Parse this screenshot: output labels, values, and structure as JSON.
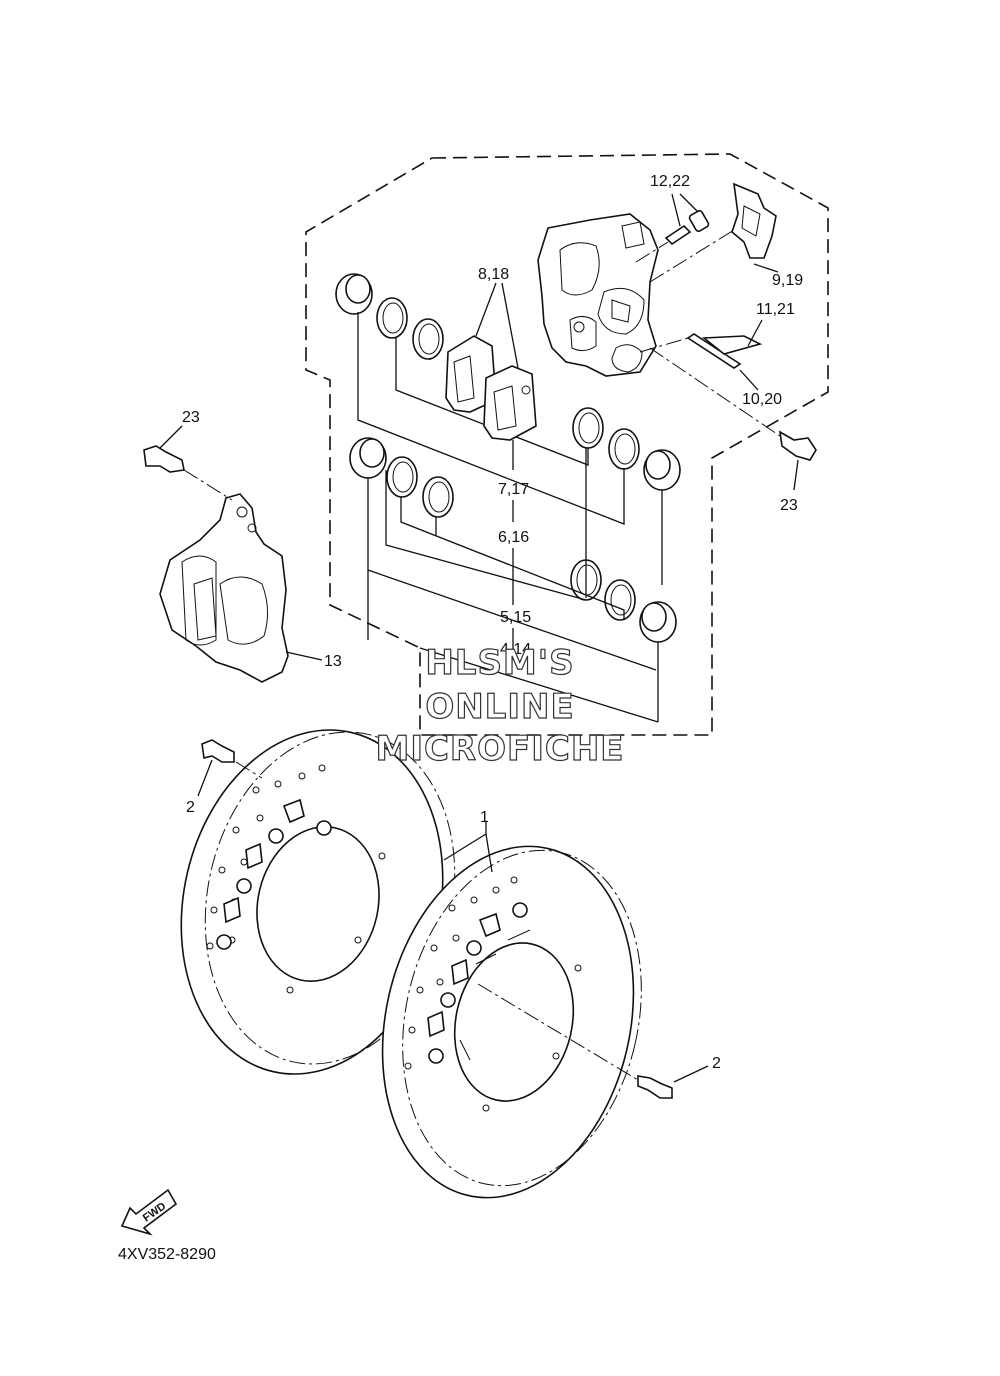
{
  "callouts": {
    "c12_22": "12,22",
    "c8_18": "8,18",
    "c9_19": "9,19",
    "c11_21": "11,21",
    "c10_20": "10,20",
    "c23_left": "23",
    "c23_right": "23",
    "c7_17": "7,17",
    "c6_16": "6,16",
    "c5_15": "5,15",
    "c4_14": "4,14",
    "c13": "13",
    "c2_top": "2",
    "c1": "1",
    "c2_bottom": "2"
  },
  "watermark": {
    "line1": "HLSM'S",
    "line2": "ONLINE",
    "line3": "MICROFICHE"
  },
  "fwd_label": "FWD",
  "diagram_code": "4XV352-8290"
}
